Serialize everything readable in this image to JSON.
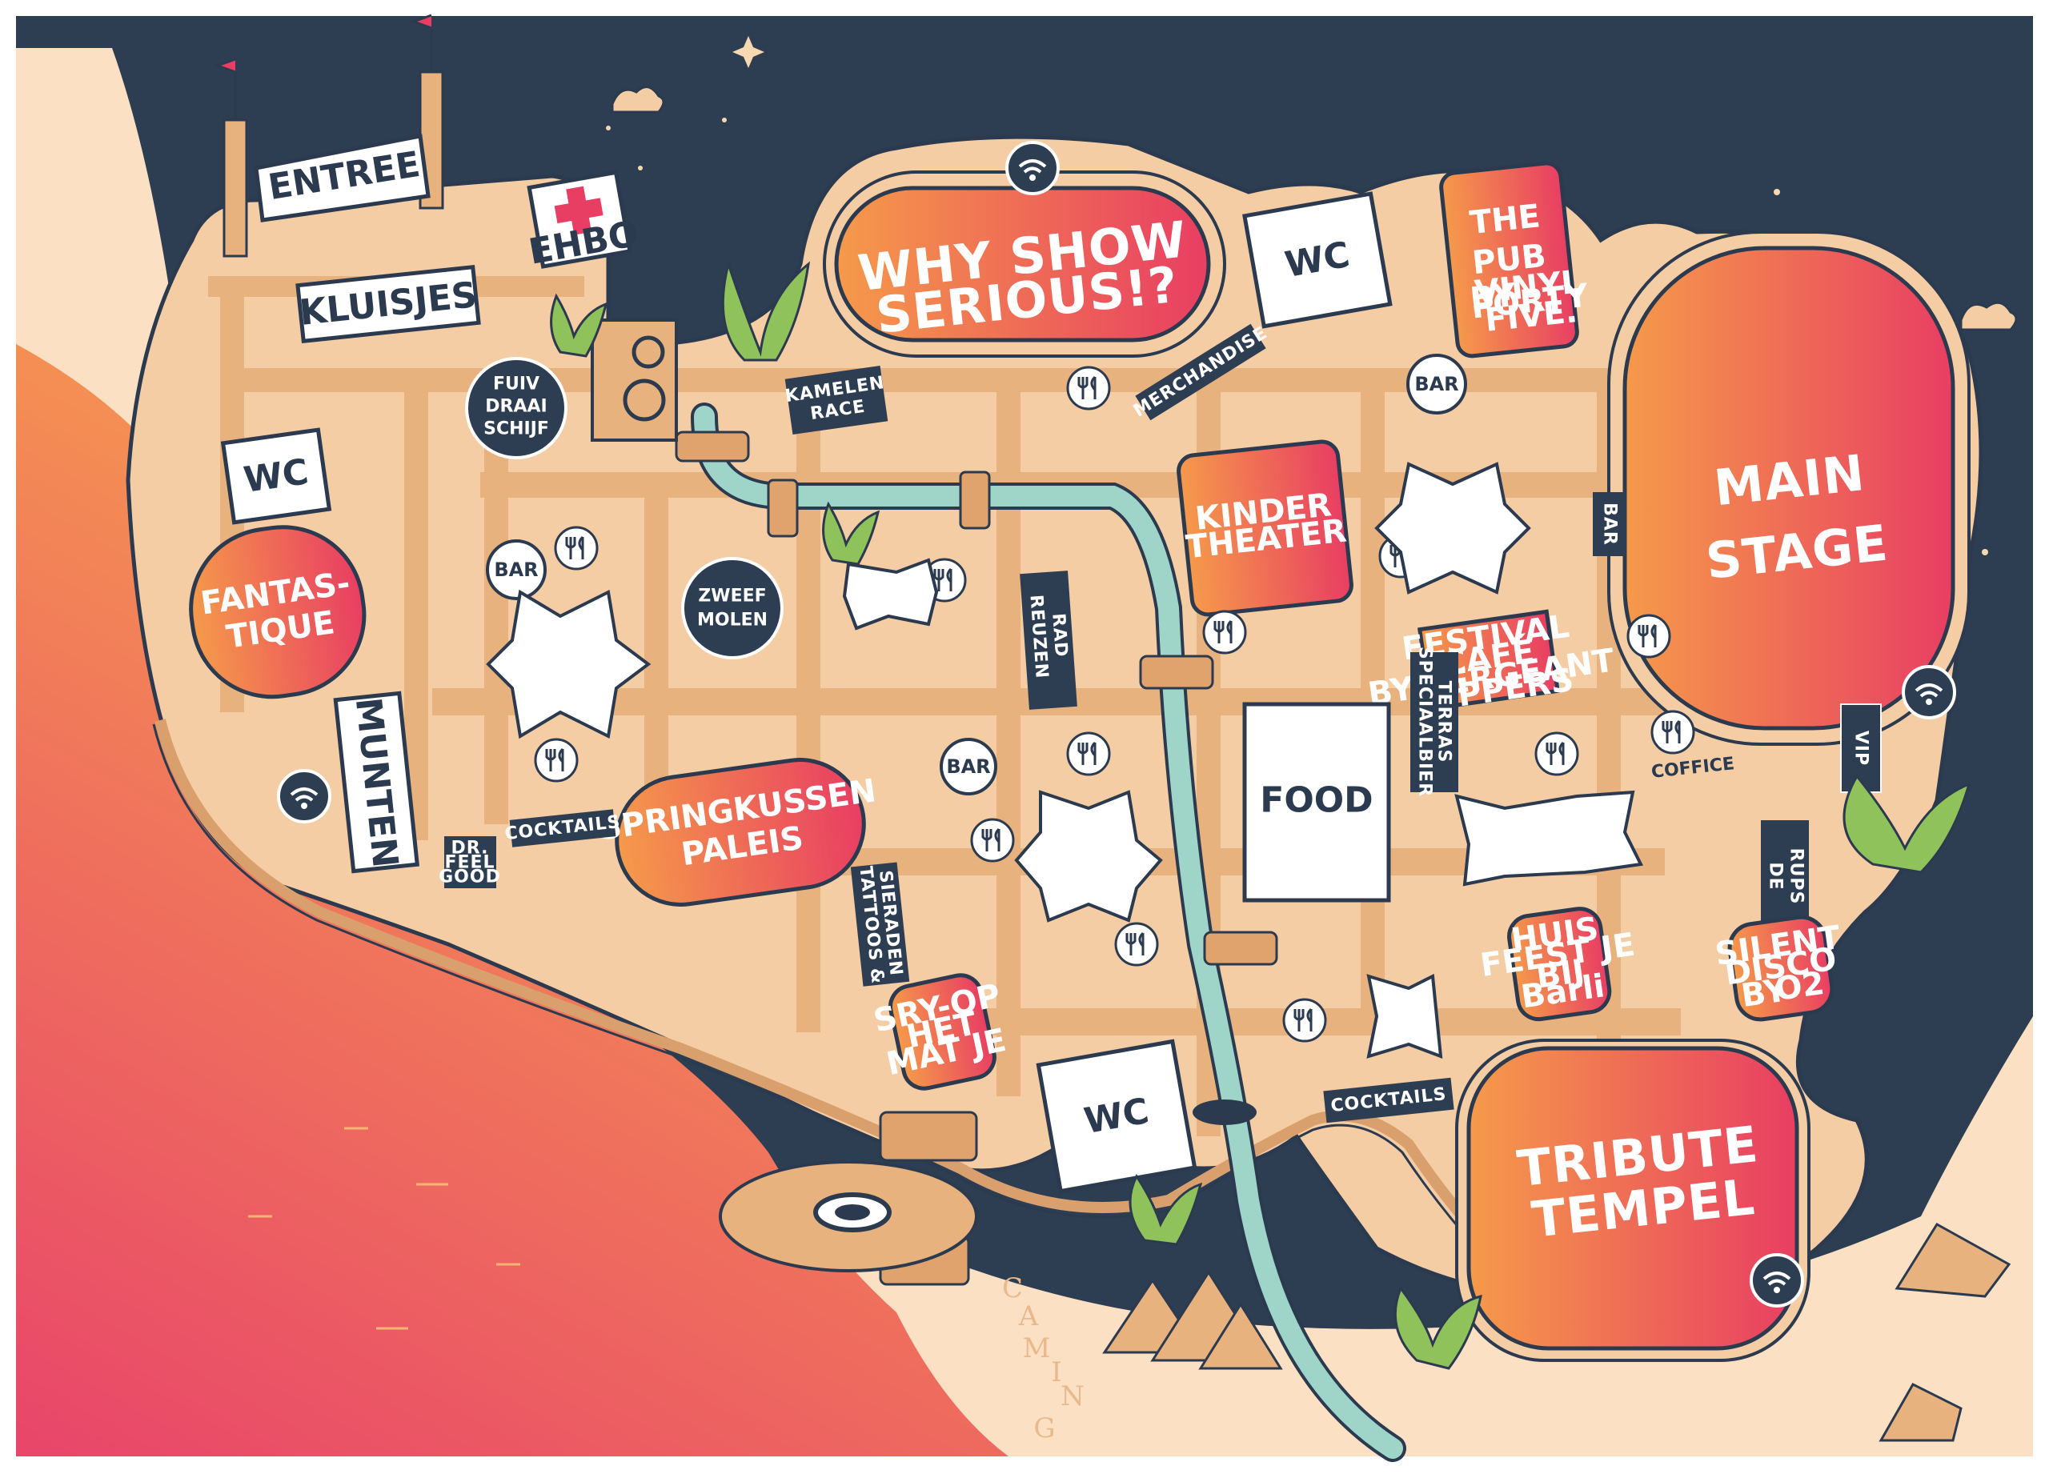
{
  "colors": {
    "night": "#2d3e52",
    "sand": "#f4cda4",
    "path": "#e8b27e",
    "beach": "#fbe0c4",
    "river": "#9fd4c8",
    "outline": "#2b3a4f",
    "stage_from": "#f59a4a",
    "stage_to": "#e83e63",
    "sea_from": "#f7a24e",
    "sea_to": "#e8456a",
    "white": "#ffffff"
  },
  "venues": {
    "why_show": [
      "WHY SHOW",
      "SERIOUS!?"
    ],
    "the_pub": [
      "THE",
      "PUB"
    ],
    "the_pub_sub": [
      "BY",
      "VINYL",
      "FORTY",
      "FIVE."
    ],
    "main_stage": [
      "MAIN",
      "STAGE"
    ],
    "fantastique": [
      "FANTAS-",
      "TIQUE"
    ],
    "kinder_theater": [
      "KINDER",
      "THEATER"
    ],
    "festival_cafe": [
      "FESTIVAL",
      "CAFÉ"
    ],
    "festival_cafe_sub": [
      "BY SERGEANT",
      "PEPPERS"
    ],
    "springkussen": [
      "SPRINGKUSSEN",
      "PALEIS"
    ],
    "huis_feestje": [
      "HUIS",
      "FEEST JE"
    ],
    "huis_feestje_sub": [
      "BIJ",
      "Barli"
    ],
    "silent_disco": [
      "SILENT",
      "DISCO"
    ],
    "silent_disco_sub": [
      "BY",
      "O2"
    ],
    "tribute_tempel": [
      "TRIBUTE",
      "TEMPEL"
    ],
    "sry_op": [
      "SRY-OP",
      "HET",
      "MAT JE"
    ]
  },
  "circles": {
    "fuif_draai": [
      "FUIV",
      "DRAAI",
      "SCHIJF"
    ],
    "zweef_molen": [
      "ZWEEF",
      "MOLEN"
    ]
  },
  "signs": {
    "entree": "ENTREE",
    "ehbo": "EHBO",
    "kluisjes": "KLUISJES",
    "wc": "WC",
    "munten": "MUNTEN",
    "food": "FOOD",
    "bar": "BAR",
    "coffice": "COFFICE",
    "camping": [
      "C",
      "A",
      "M",
      "I",
      "N",
      "G"
    ]
  },
  "tags": {
    "kamelen": [
      "KAMELEN",
      "RACE"
    ],
    "merchandise": "MERCHANDISE",
    "reuzenrad": [
      "REUZEN",
      "RAD"
    ],
    "speciaalbier": [
      "SPECIAALBIER",
      "TERRAS"
    ],
    "cocktails": "COCKTAILS",
    "dr_feel_good": [
      "DR.",
      "FEEL",
      "GOOD"
    ],
    "tattoos": [
      "TATTOOS &",
      "SIERADEN"
    ],
    "bar_vertical": "BAR",
    "vip": "VIP",
    "de_rups": [
      "DE",
      "RUPS"
    ]
  }
}
